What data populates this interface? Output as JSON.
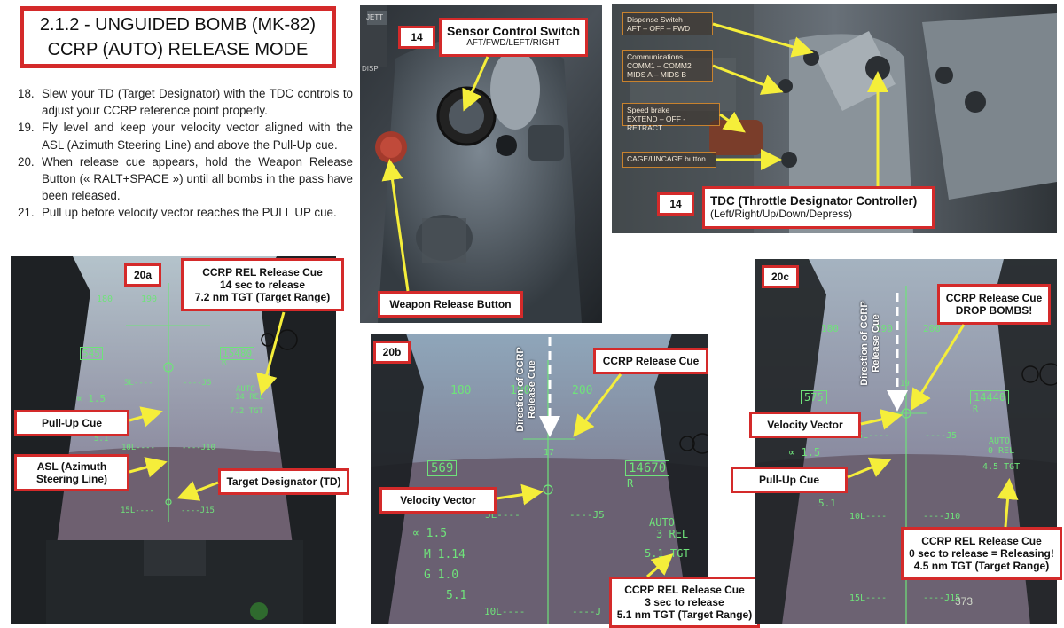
{
  "title": {
    "line1": "2.1.2 - UNGUIDED BOMB (MK-82)",
    "line2": "CCRP (AUTO) RELEASE MODE"
  },
  "steps": [
    {
      "num": "18.",
      "text": "Slew your TD (Target Designator) with the TDC controls to adjust your CCRP reference point properly."
    },
    {
      "num": "19.",
      "text": "Fly level and keep your velocity vector aligned with the ASL (Azimuth Steering Line) and above the Pull-Up cue."
    },
    {
      "num": "20.",
      "text": "When release cue appears, hold the Weapon Release Button (« RALT+SPACE ») until all bombs in the pass have been released."
    },
    {
      "num": "21.",
      "text": "Pull up before velocity vector reaches the PULL UP cue."
    }
  ],
  "stick_panel": {
    "tag": "14",
    "sensor_title": "Sensor Control Switch",
    "sensor_sub": "AFT/FWD/LEFT/RIGHT",
    "weapon_release": "Weapon Release Button",
    "jett": "JETT",
    "disp": "DISP"
  },
  "throttle_panel": {
    "tag": "14",
    "labels": [
      {
        "title": "Dispense Switch",
        "sub": "AFT – OFF – FWD"
      },
      {
        "title": "Communications",
        "sub": "COMM1 – COMM2",
        "sub2": "MIDS A – MIDS B"
      },
      {
        "title": "Speed brake",
        "sub": "EXTEND – OFF - RETRACT"
      },
      {
        "title": "CAGE/UNCAGE button",
        "sub": ""
      }
    ],
    "tdc_title": "TDC (Throttle Designator Controller)",
    "tdc_sub": "(Left/Right/Up/Down/Depress)"
  },
  "hud_a": {
    "tag": "20a",
    "release_cue": {
      "l1": "CCRP REL Release Cue",
      "l2": "14 sec to release",
      "l3": "7.2 nm TGT (Target Range)"
    },
    "pull_up": "Pull-Up Cue",
    "asl_l1": "ASL (Azimuth",
    "asl_l2": "Steering Line)",
    "td": "Target Designator (TD)",
    "hdg_left": "180",
    "hdg_right": "190",
    "speed": "545",
    "alt": "15480",
    "alt_sub": "R",
    "mode": "AUTO",
    "rel": "14 REL",
    "tgt": "7.2 TGT",
    "alpha": "∝  1.5",
    "gval": "5.1",
    "p5l": "5L----",
    "p5r": "----J5",
    "p10l": "10L----",
    "p10r": "----J10",
    "p15l": "15L----",
    "p15r": "----J15"
  },
  "hud_b": {
    "tag": "20b",
    "release_cue": "CCRP Release Cue",
    "direction": "Direction of CCRP",
    "direction2": "Release Cue",
    "velocity": "Velocity Vector",
    "rel_cue": {
      "l1": "CCRP REL Release Cue",
      "l2": "3 sec to release",
      "l3": "5.1 nm TGT (Target Range)"
    },
    "hdg_left": "180",
    "hdg_mid": "190",
    "hdg_right": "200",
    "speed": "569",
    "alt": "14670",
    "alt_sub": "R",
    "mode": "AUTO",
    "rel": "3 REL",
    "tgt": "5.1 TGT",
    "alpha": "∝  1.5",
    "mach": "M  1.14",
    "g": "G  1.0",
    "gval": "5.1",
    "cue_num": "17",
    "p5l": "5L----",
    "p5r": "----J5",
    "p10l": "10L----",
    "p10r": "----J"
  },
  "hud_c": {
    "tag": "20c",
    "release_cue": {
      "l1": "CCRP Release Cue",
      "l2": "DROP BOMBS!"
    },
    "direction": "Direction of CCRP",
    "direction2": "Release Cue",
    "velocity": "Velocity Vector",
    "pull_up": "Pull-Up Cue",
    "rel_cue": {
      "l1": "CCRP REL Release Cue",
      "l2": "0 sec to release = Releasing!",
      "l3": "4.5 nm TGT (Target Range)"
    },
    "hdg_left": "180",
    "hdg_mid": "190",
    "hdg_right": "200",
    "speed": "575",
    "alt": "14440",
    "alt_sub": "R",
    "mode": "AUTO",
    "rel": "0 REL",
    "tgt": "4.5 TGT",
    "alpha": "∝  1.5",
    "gval": "5.1",
    "cue_num": "19",
    "p5l": "5L----",
    "p5r": "----J5",
    "p10l": "10L----",
    "p10r": "----J10",
    "p15l": "15L----",
    "p15r": "----J15"
  },
  "page_number": "373",
  "colors": {
    "callout_border": "#d42a2a",
    "arrow": "#f5ee3a",
    "hud_green": "#6fe37a"
  }
}
